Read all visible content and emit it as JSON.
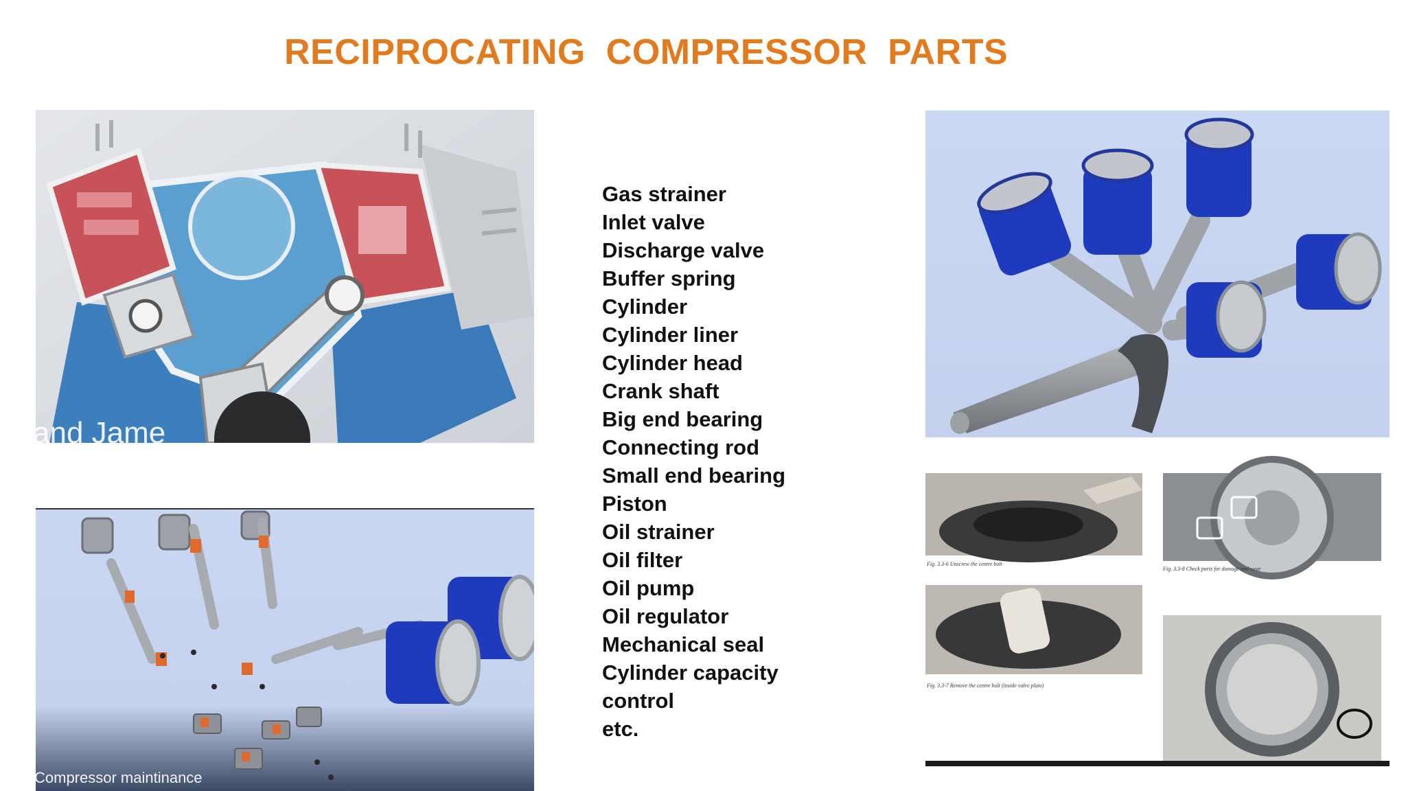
{
  "slide": {
    "title": "RECIPROCATING  COMPRESSOR  PARTS"
  },
  "parts_list": [
    "Gas strainer",
    "Inlet valve",
    "Discharge valve",
    "Buffer spring",
    "Cylinder",
    "Cylinder liner",
    "Cylinder head",
    "Crank shaft",
    "Big end bearing",
    "Connecting rod",
    "Small end bearing",
    "Piston",
    "Oil strainer",
    "Oil filter",
    "Oil pump",
    "Oil regulator",
    "Mechanical seal",
    "Cylinder capacity",
    "control",
    "etc."
  ],
  "images": {
    "cutaway": {
      "partial_caption": "and Jame"
    },
    "exploded": {
      "caption": "Compressor maintinance"
    },
    "manual": {
      "captions": [
        "Fig. 3.3-6  Unscrew the centre bolt",
        "Fig. 3.3-8  Check parts for damage and wear",
        "Fig. 3.3-7  Remove the centre bolt (inside valve plate)"
      ]
    }
  },
  "colors": {
    "title": "#e27b1e",
    "text": "#111111",
    "blue_part": "#1f3bbd",
    "cutaway_blue": "#4a8ec2",
    "cutaway_red": "#c8525a",
    "render_bg": "#c8d6f0"
  }
}
